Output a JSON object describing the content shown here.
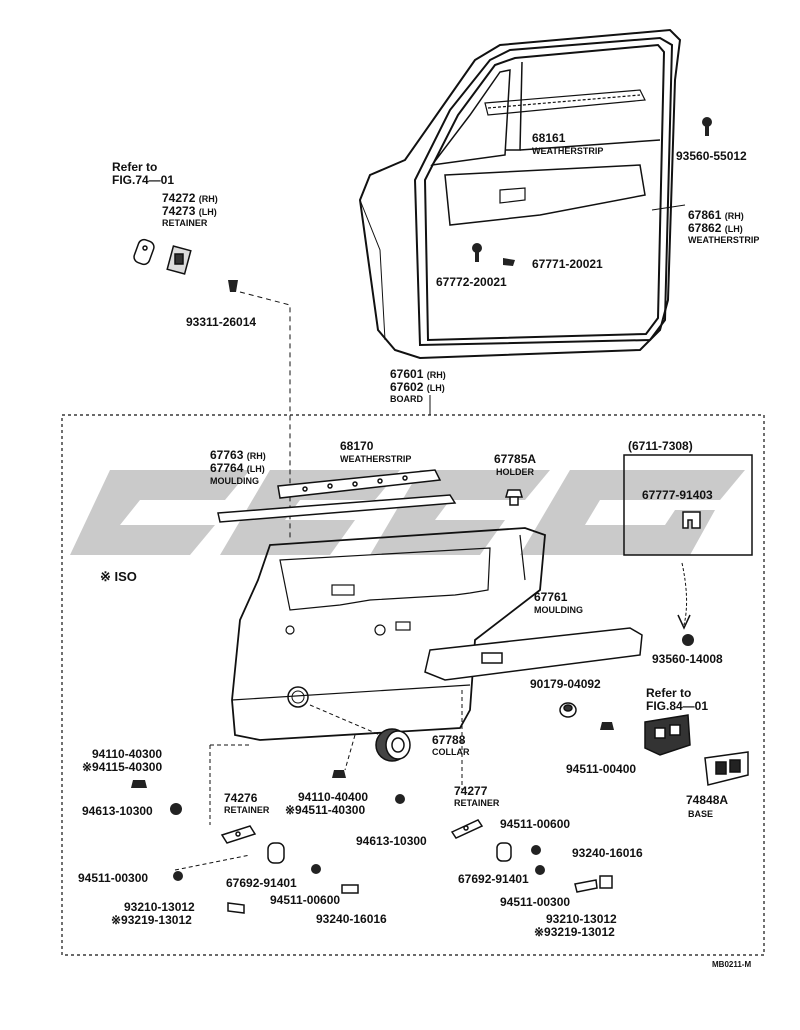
{
  "refs": {
    "fig74": {
      "line1": "Refer to",
      "line2": "FIG.74—01"
    },
    "fig84": {
      "line1": "Refer to",
      "line2": "FIG.84—01"
    }
  },
  "parts": {
    "p74272": "74272",
    "p74272_side": "(RH)",
    "p74273": "74273",
    "p74273_side": "(LH)",
    "retainer_top_name": "RETAINER",
    "p93311": "93311-26014",
    "p68161": "68161",
    "p68161_name": "WEATHERSTRIP",
    "p93560_55012": "93560-55012",
    "p67861": "67861",
    "p67861_side": "(RH)",
    "p67862": "67862",
    "p67862_side": "(LH)",
    "p6786x_name": "WEATHERSTRIP",
    "p67771": "67771-20021",
    "p67772": "67772-20021",
    "p67601": "67601",
    "p67601_side": "(RH)",
    "p67602": "67602",
    "p67602_side": "(LH)",
    "board_name": "BOARD",
    "p67763": "67763",
    "p67763_side": "(RH)",
    "p67764": "67764",
    "p67764_side": "(LH)",
    "moulding_upper_name": "MOULDING",
    "p68170": "68170",
    "p68170_name": "WEATHERSTRIP",
    "p67785a": "67785A",
    "holder_name": "HOLDER",
    "date_range": "(6711-7308)",
    "p67777": "67777-91403",
    "iso": "※ ISO",
    "p67761": "67761",
    "moulding_lower_name": "MOULDING",
    "p93560_14008": "93560-14008",
    "p90179": "90179-04092",
    "p94511_00400": "94511-00400",
    "p67788": "67788",
    "collar_name": "COLLAR",
    "p94110_40300": "94110-40300",
    "p94115_40300": "※94115-40300",
    "p94613_left": "94613-10300",
    "p74276": "74276",
    "retainer_left_name": "RETAINER",
    "p94110_40400": "94110-40400",
    "p94511_40300": "※94511-40300",
    "p94613_mid": "94613-10300",
    "p74277": "74277",
    "retainer_right_name": "RETAINER",
    "p94511_00600_r": "94511-00600",
    "p93240_r": "93240-16016",
    "p74848a": "74848A",
    "base_name": "BASE",
    "p94511_00300_l": "94511-00300",
    "p67692_l": "67692-91401",
    "p94511_00600_l": "94511-00600",
    "p93210_l": "93210-13012",
    "p93219_l": "※93219-13012",
    "p93240_l": "93240-16016",
    "p67692_r": "67692-91401",
    "p94511_00300_r": "94511-00300",
    "p93210_r": "93210-13012",
    "p93219_r": "※93219-13012",
    "code": "MB0211-M"
  },
  "watermark": {
    "color": "#8a8a8a",
    "opacity": 0.45
  }
}
